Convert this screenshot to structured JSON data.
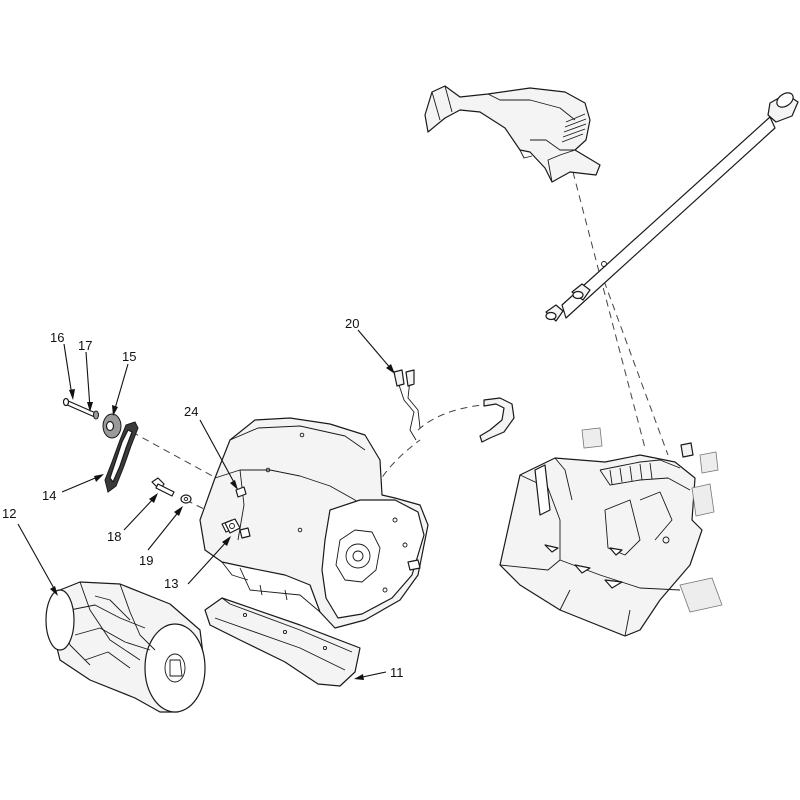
{
  "callouts": {
    "c11": "11",
    "c12": "12",
    "c13": "13",
    "c14": "14",
    "c15": "15",
    "c16": "16",
    "c17": "17",
    "c18": "18",
    "c19": "19",
    "c20": "20",
    "c24": "24"
  }
}
